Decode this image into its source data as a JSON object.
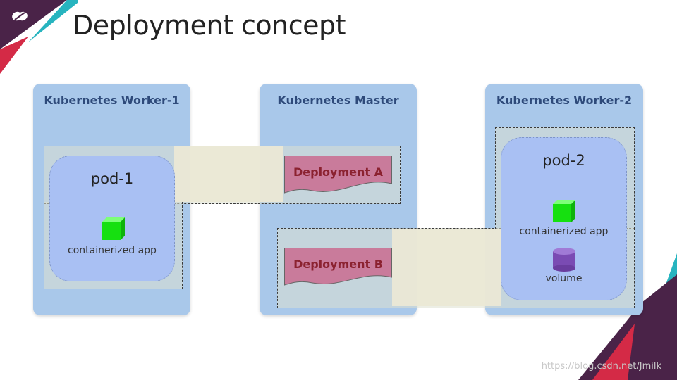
{
  "slide": {
    "title": "Deployment concept",
    "watermark": "https://blog.csdn.net/Jmilk"
  },
  "nodes": {
    "worker1": {
      "title": "Kubernetes Worker-1"
    },
    "master": {
      "title": "Kubernetes Master"
    },
    "worker2": {
      "title": "Kubernetes Worker-2"
    }
  },
  "pods": {
    "pod1": {
      "label": "pod-1",
      "app_label": "containerized app"
    },
    "pod2": {
      "label": "pod-2",
      "app_label": "containerized app",
      "volume_label": "volume"
    }
  },
  "deployments": {
    "a": {
      "label": "Deployment A"
    },
    "b": {
      "label": "Deployment B"
    }
  },
  "colors": {
    "node_bg": "#a9c8ea",
    "pod_bg": "#a9c0f3",
    "deployment_fill": "#c97b9b",
    "deployment_text": "#8b2230",
    "container_green": "#16e010",
    "volume_purple": "#7a4bb3",
    "link_band": "#fdf2dc",
    "accent_purple": "#4a2348",
    "accent_red": "#d42a46",
    "accent_teal": "#27b4bf"
  }
}
